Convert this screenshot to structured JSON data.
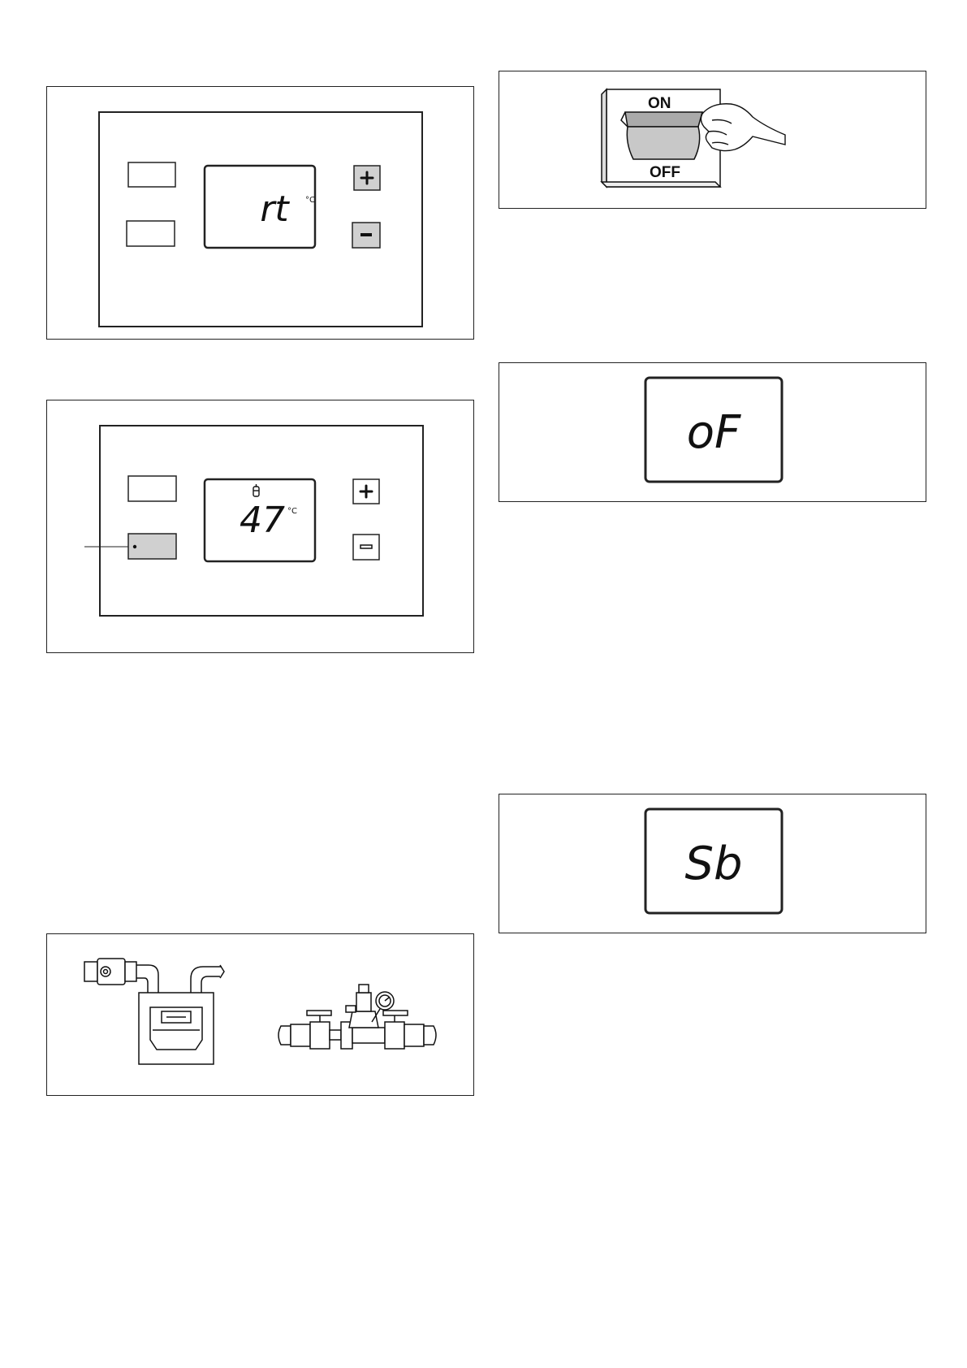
{
  "panel_rt": {
    "display": "rt",
    "unit": "°C"
  },
  "panel_47": {
    "display": "47",
    "unit": "°C"
  },
  "display_of": "oF",
  "display_sb": "Sb",
  "switch": {
    "on_label": "ON",
    "off_label": "OFF"
  },
  "colors": {
    "line": "#222222",
    "button_fill": "#d0d0d0",
    "switch_fill": "#c8c8c8"
  }
}
